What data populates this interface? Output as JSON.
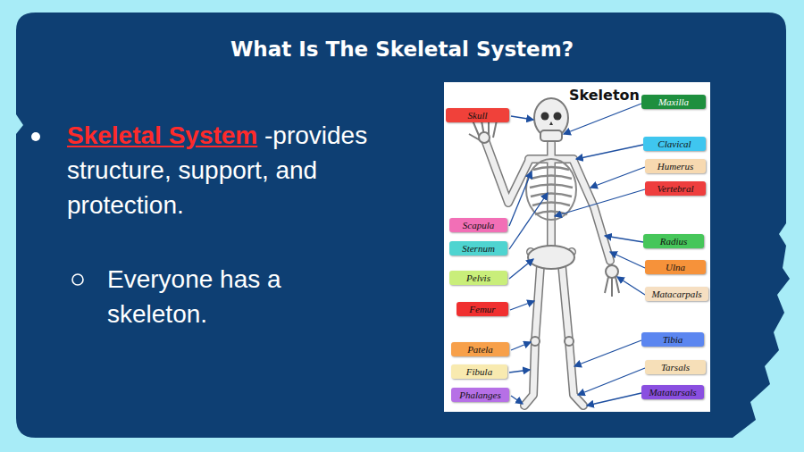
{
  "diagram": {
    "title": "What Is The Skeletal System?",
    "nodes": [
      {
        "text": [
          "Skeleton"
        ]
      },
      {
        "text": [
          "Maxilla"
        ],
        "in": 0
      },
      {
        "text": [
          "Skull"
        ],
        "in": 0
      },
      {
        "text": [
          "Clavical"
        ],
        "in": 0
      },
      {
        "text": [
          "Humerus"
        ],
        "in": 0
      },
      {
        "text": [
          "Vertebral"
        ],
        "in": 0
      },
      {
        "text": [
          "Scapula"
        ],
        "in": 0
      },
      {
        "text": [
          "Radius"
        ],
        "in": 0
      },
      {
        "text": [
          "Sternum"
        ],
        "in": 0
      },
      {
        "text": [
          "Ulna"
        ],
        "in": 0
      },
      {
        "text": [
          "Pelvis"
        ],
        "in": 0
      },
      {
        "text": [
          "Matacarpals"
        ],
        "in": 0
      },
      {
        "text": [
          "Femur"
        ],
        "in": 0
      },
      {
        "text": [
          "Tibia"
        ],
        "in": 0
      },
      {
        "text": [
          "Patela"
        ],
        "in": 0
      },
      {
        "text": [
          "Tarsals"
        ],
        "in": 0
      },
      {
        "text": [
          "Fibula"
        ],
        "in": 0
      },
      {
        "text": [
          "Matatarsals"
        ],
        "in": 0
      },
      {
        "text": [
          "Phalanges"
        ],
        "in": 0
      }
    ],
    "labels": [
      "Skeletal System",
      "-provides structure, support, and protection.",
      "Everyone has a skeleton."
    ]
  }
}
